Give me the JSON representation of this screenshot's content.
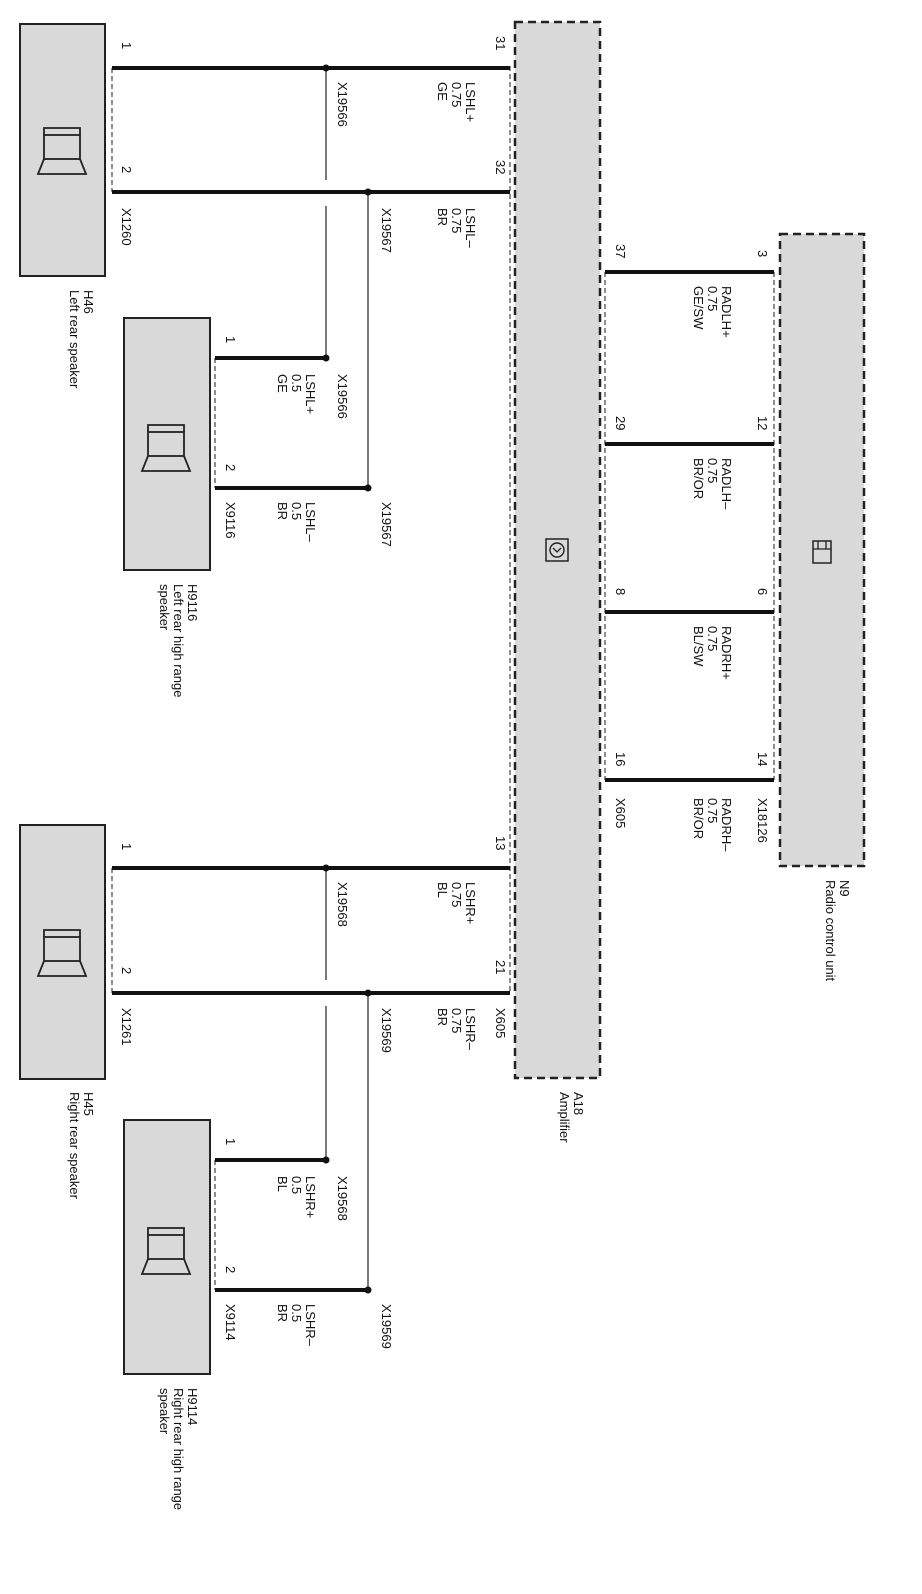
{
  "components": {
    "h46": {
      "ref": "H46",
      "name": "Left rear speaker"
    },
    "h9116": {
      "ref": "H9116",
      "name": "Left rear high range speaker"
    },
    "h45": {
      "ref": "H45",
      "name": "Right rear speaker"
    },
    "h9114": {
      "ref": "H9114",
      "name": "Right rear high range speaker"
    },
    "a18": {
      "ref": "A18",
      "name": "Amplifier"
    },
    "n9": {
      "ref": "N9",
      "name": "Radio control unit"
    }
  },
  "connectors": {
    "x1260": "X1260",
    "x1261": "X1261",
    "x9116": "X9116",
    "x9114": "X9114",
    "x19566": "X19566",
    "x19567": "X19567",
    "x19568": "X19568",
    "x19569": "X19569",
    "x605": "X605",
    "x18126": "X18126"
  },
  "pins": {
    "h46_1": "1",
    "h46_2": "2",
    "h9116_1": "1",
    "h9116_2": "2",
    "h45_1": "1",
    "h45_2": "2",
    "h9114_1": "1",
    "h9114_2": "2",
    "a18_31": "31",
    "a18_32": "32",
    "a18_13": "13",
    "a18_21": "21",
    "a18_37": "37",
    "a18_29": "29",
    "a18_8": "8",
    "a18_16": "16",
    "n9_3": "3",
    "n9_12": "12",
    "n9_6": "6",
    "n9_14": "14"
  },
  "wires": {
    "lshl_p_main": {
      "signal": "LSHL+",
      "size": "0.75",
      "color": "GE"
    },
    "lshl_m_main": {
      "signal": "LSHL–",
      "size": "0.75",
      "color": "BR"
    },
    "lshl_p_hr": {
      "signal": "LSHL+",
      "size": "0.5",
      "color": "GE"
    },
    "lshl_m_hr": {
      "signal": "LSHL–",
      "size": "0.5",
      "color": "BR"
    },
    "lshr_p_main": {
      "signal": "LSHR+",
      "size": "0.75",
      "color": "BL"
    },
    "lshr_m_main": {
      "signal": "LSHR–",
      "size": "0.75",
      "color": "BR"
    },
    "lshr_p_hr": {
      "signal": "LSHR+",
      "size": "0.5",
      "color": "BL"
    },
    "lshr_m_hr": {
      "signal": "LSHR–",
      "size": "0.5",
      "color": "BR"
    },
    "radlh_p": {
      "signal": "RADLH+",
      "size": "0.75",
      "color": "GE/SW"
    },
    "radlh_m": {
      "signal": "RADLH–",
      "size": "0.75",
      "color": "BR/OR"
    },
    "radrh_p": {
      "signal": "RADRH+",
      "size": "0.75",
      "color": "BL/SW"
    },
    "radrh_m": {
      "signal": "RADRH–",
      "size": "0.75",
      "color": "BR/OR"
    }
  },
  "icons": {
    "speaker": "speaker-icon",
    "amplifier": "amplifier-icon",
    "radio": "radio-icon"
  }
}
